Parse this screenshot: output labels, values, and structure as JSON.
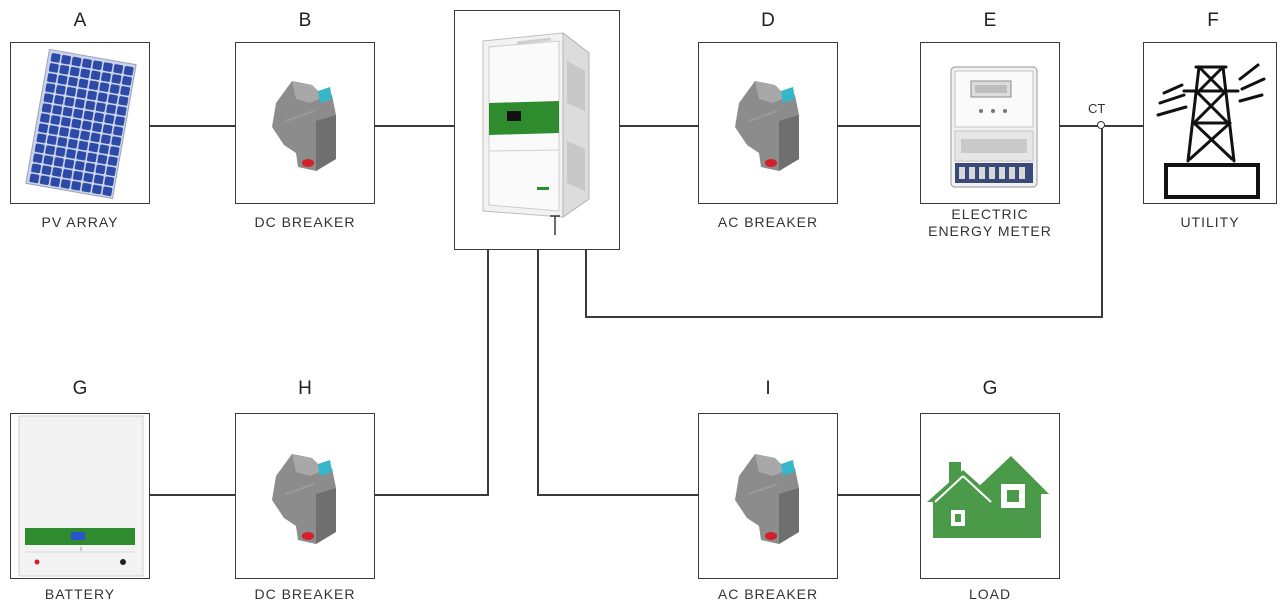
{
  "nodes": {
    "pv_array": {
      "letter": "A",
      "label": "PV ARRAY"
    },
    "dc_breaker_1": {
      "letter": "B",
      "label": "DC BREAKER"
    },
    "inverter": {
      "letter": "",
      "label": ""
    },
    "ac_breaker_1": {
      "letter": "D",
      "label": "AC BREAKER"
    },
    "meter": {
      "letter": "E",
      "label_line1": "ELECTRIC",
      "label_line2": "ENERGY METER"
    },
    "utility": {
      "letter": "F",
      "label": "UTILITY"
    },
    "battery": {
      "letter": "G",
      "label": "BATTERY"
    },
    "dc_breaker_2": {
      "letter": "H",
      "label": "DC BREAKER"
    },
    "ac_breaker_2": {
      "letter": "I",
      "label": "AC BREAKER"
    },
    "load": {
      "letter": "G",
      "label": "LOAD"
    }
  },
  "ct_label": "CT",
  "colors": {
    "line": "#3a3a3a",
    "panel_blue": "#2c4aa8",
    "display_green": "#2e8b2e",
    "house_green": "#4a9a4a",
    "breaker_gray": "#8c8c8c",
    "breaker_teal": "#35b6c9",
    "breaker_red": "#d4202a"
  }
}
